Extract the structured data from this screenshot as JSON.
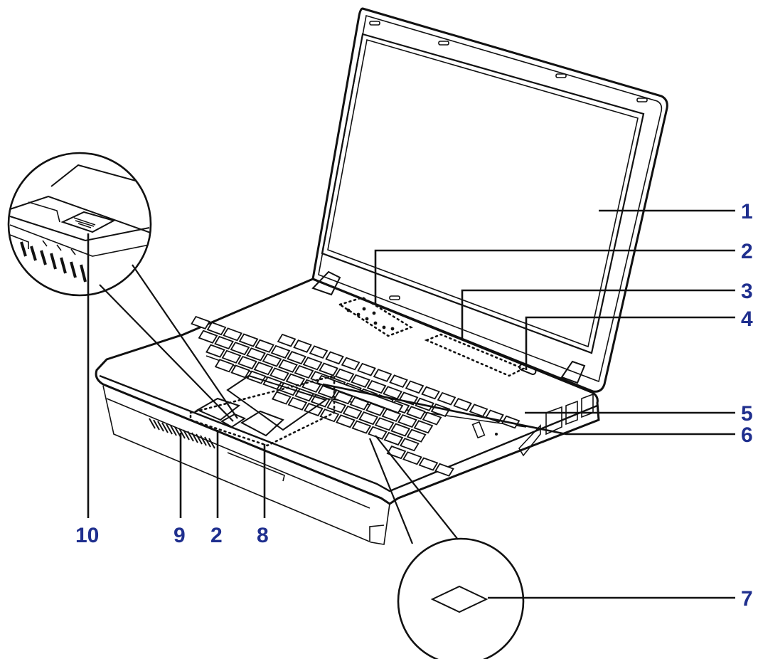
{
  "callouts": [
    {
      "id": "1",
      "label": "1"
    },
    {
      "id": "2",
      "label": "2"
    },
    {
      "id": "3",
      "label": "3"
    },
    {
      "id": "4",
      "label": "4"
    },
    {
      "id": "5",
      "label": "5"
    },
    {
      "id": "6",
      "label": "6"
    },
    {
      "id": "7",
      "label": "7"
    },
    {
      "id": "8",
      "label": "8"
    },
    {
      "id": "9",
      "label": "9"
    },
    {
      "id": "10",
      "label": "10"
    },
    {
      "id": "2b",
      "label": "2"
    }
  ],
  "colors": {
    "label": "#1f2f8e",
    "line": "#111111"
  }
}
